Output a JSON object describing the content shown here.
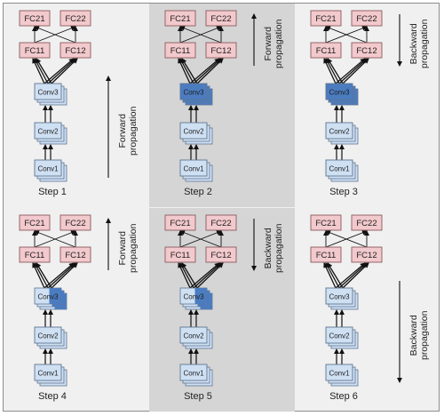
{
  "colors": {
    "fc_fill": "#f2c9cc",
    "fc_stroke": "#8a5a5e",
    "conv_fill": "#cfe0f3",
    "conv_stroke": "#5f7590",
    "conv_active_fill": "#4b7cc0",
    "panel_light": "#f0f0f0",
    "panel_shaded": "#d5d5d5"
  },
  "layer_labels": {
    "fc21": "FC21",
    "fc22": "FC22",
    "fc11": "FC11",
    "fc12": "FC12",
    "conv3": "Conv3",
    "conv2": "Conv2",
    "conv1": "Conv1"
  },
  "steps": [
    {
      "label": "Step 1",
      "direction": "up",
      "arrow_text": "Forward propagation",
      "arrow_lines": [
        "Forward",
        "propagation"
      ],
      "conv3_active": false,
      "arrow_span": "lower",
      "shaded": false
    },
    {
      "label": "Step 2",
      "direction": "up",
      "arrow_text": "Forward propagation",
      "arrow_lines": [
        "Forward",
        "propagation"
      ],
      "conv3_active": true,
      "arrow_span": "upper",
      "shaded": true
    },
    {
      "label": "Step 3",
      "direction": "down",
      "arrow_text": "Backward propagation",
      "arrow_lines": [
        "Backward",
        "propagation"
      ],
      "conv3_active": true,
      "arrow_span": "upper",
      "shaded": false
    },
    {
      "label": "Step 4",
      "direction": "up",
      "arrow_text": "Forward propagation",
      "arrow_lines": [
        "Forward",
        "propagation"
      ],
      "conv3_active": false,
      "conv3_half": true,
      "arrow_span": "upper",
      "shaded": false
    },
    {
      "label": "Step 5",
      "direction": "down",
      "arrow_text": "Backward propagation",
      "arrow_lines": [
        "Backward",
        "propagation"
      ],
      "conv3_active": false,
      "conv3_half": true,
      "arrow_span": "upper",
      "shaded": true
    },
    {
      "label": "Step 6",
      "direction": "down",
      "arrow_text": "Backward propagation",
      "arrow_lines": [
        "Backward",
        "propagation"
      ],
      "conv3_active": false,
      "arrow_span": "lower",
      "shaded": false
    }
  ]
}
